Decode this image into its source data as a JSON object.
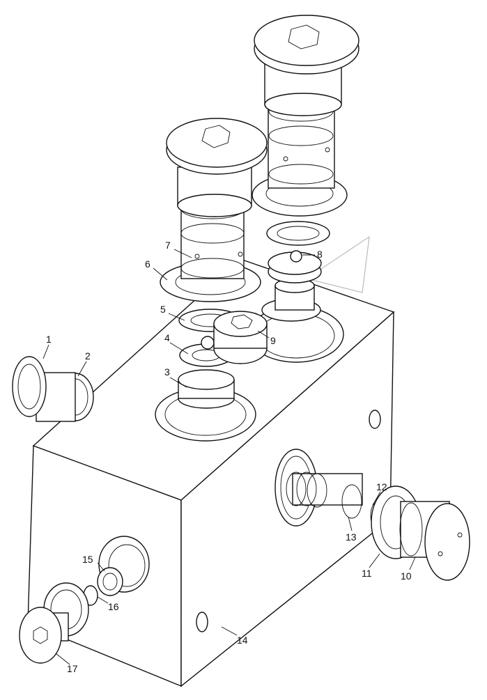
{
  "callouts": [
    "1",
    "2",
    "3",
    "4",
    "5",
    "6",
    "7",
    "8",
    "9",
    "10",
    "11",
    "12",
    "13",
    "14",
    "15",
    "16",
    "17"
  ],
  "colors": {
    "line": "#111111",
    "watermark": "#bbbbbb",
    "background": "#ffffff"
  }
}
